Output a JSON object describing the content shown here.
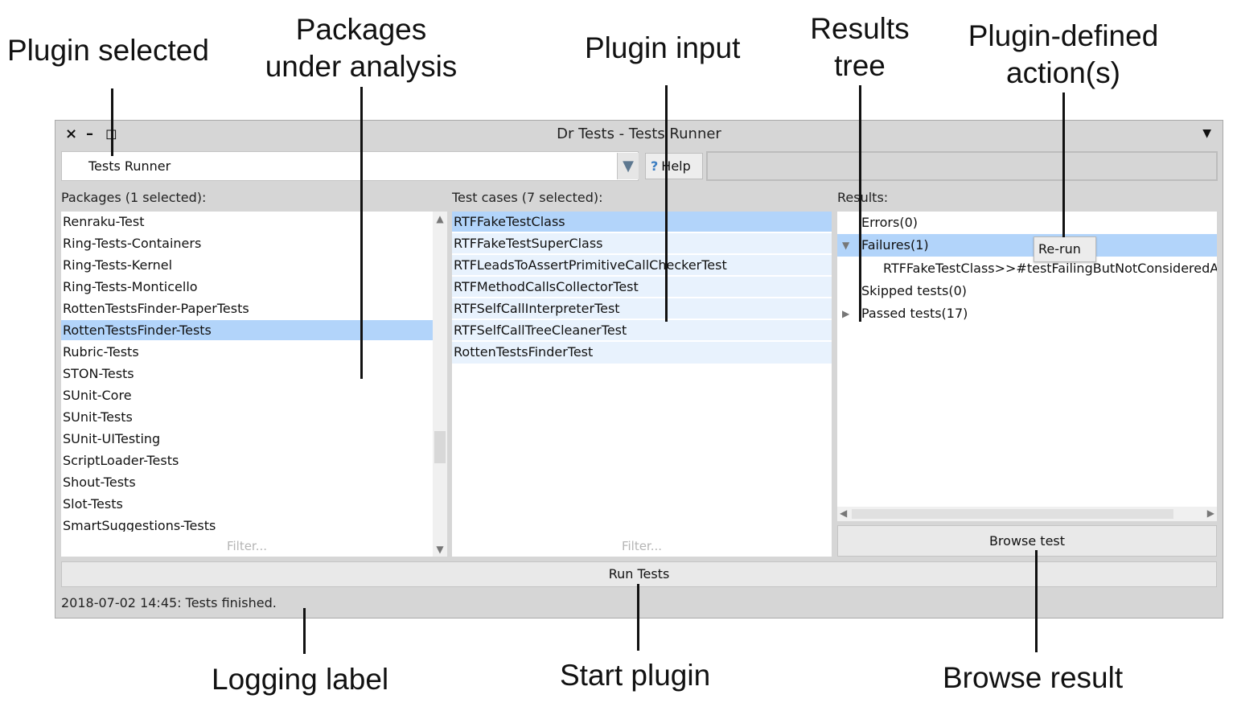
{
  "annotations": {
    "plugin_selected": "Plugin selected",
    "packages_line1": "Packages",
    "packages_line2": "under analysis",
    "plugin_input": "Plugin input",
    "results_line1": "Results",
    "results_line2": "tree",
    "actions_line1": "Plugin-defined",
    "actions_line2": "action(s)",
    "logging_label": "Logging label",
    "start_plugin": "Start plugin",
    "browse_result": "Browse result"
  },
  "window": {
    "close": "×",
    "minimize": "–",
    "maximize": "◻",
    "title": "Dr Tests - Tests Runner",
    "menu": "▼"
  },
  "plugin_dropdown": {
    "value": "Tests Runner",
    "arrow": "▼"
  },
  "help": {
    "icon": "?",
    "label": "Help"
  },
  "packages": {
    "label": "Packages (1 selected):",
    "items": [
      "Renraku-Test",
      "Ring-Tests-Containers",
      "Ring-Tests-Kernel",
      "Ring-Tests-Monticello",
      "RottenTestsFinder-PaperTests",
      "RottenTestsFinder-Tests",
      "Rubric-Tests",
      "STON-Tests",
      "SUnit-Core",
      "SUnit-Tests",
      "SUnit-UITesting",
      "ScriptLoader-Tests",
      "Shout-Tests",
      "Slot-Tests",
      "SmartSuggestions-Tests"
    ],
    "selected_index": 5,
    "filter_placeholder": "Filter..."
  },
  "testcases": {
    "label": "Test cases (7 selected):",
    "items": [
      "RTFFakeTestClass",
      "RTFFakeTestSuperClass",
      "RTFLeadsToAssertPrimitiveCallCheckerTest",
      "RTFMethodCallsCollectorTest",
      "RTFSelfCallInterpreterTest",
      "RTFSelfCallTreeCleanerTest",
      "RottenTestsFinderTest"
    ],
    "filter_placeholder": "Filter..."
  },
  "results": {
    "label": "Results:",
    "errors": "Errors(0)",
    "failures": "Failures(1)",
    "failure_child": "RTFFakeTestClass>>#testFailingButNotConsideredAsRot",
    "skipped": "Skipped tests(0)",
    "passed": "Passed tests(17)",
    "rerun_action": "Re-run",
    "expanded_arrow": "▼",
    "collapsed_arrow": "▶"
  },
  "buttons": {
    "browse_test": "Browse test",
    "run_tests": "Run Tests"
  },
  "log": {
    "message": "2018-07-02 14:45: Tests finished."
  },
  "colors": {
    "selection": "#b2d4fa",
    "selection_pale": "#e8f2fd",
    "window_bg": "#d6d6d6"
  }
}
